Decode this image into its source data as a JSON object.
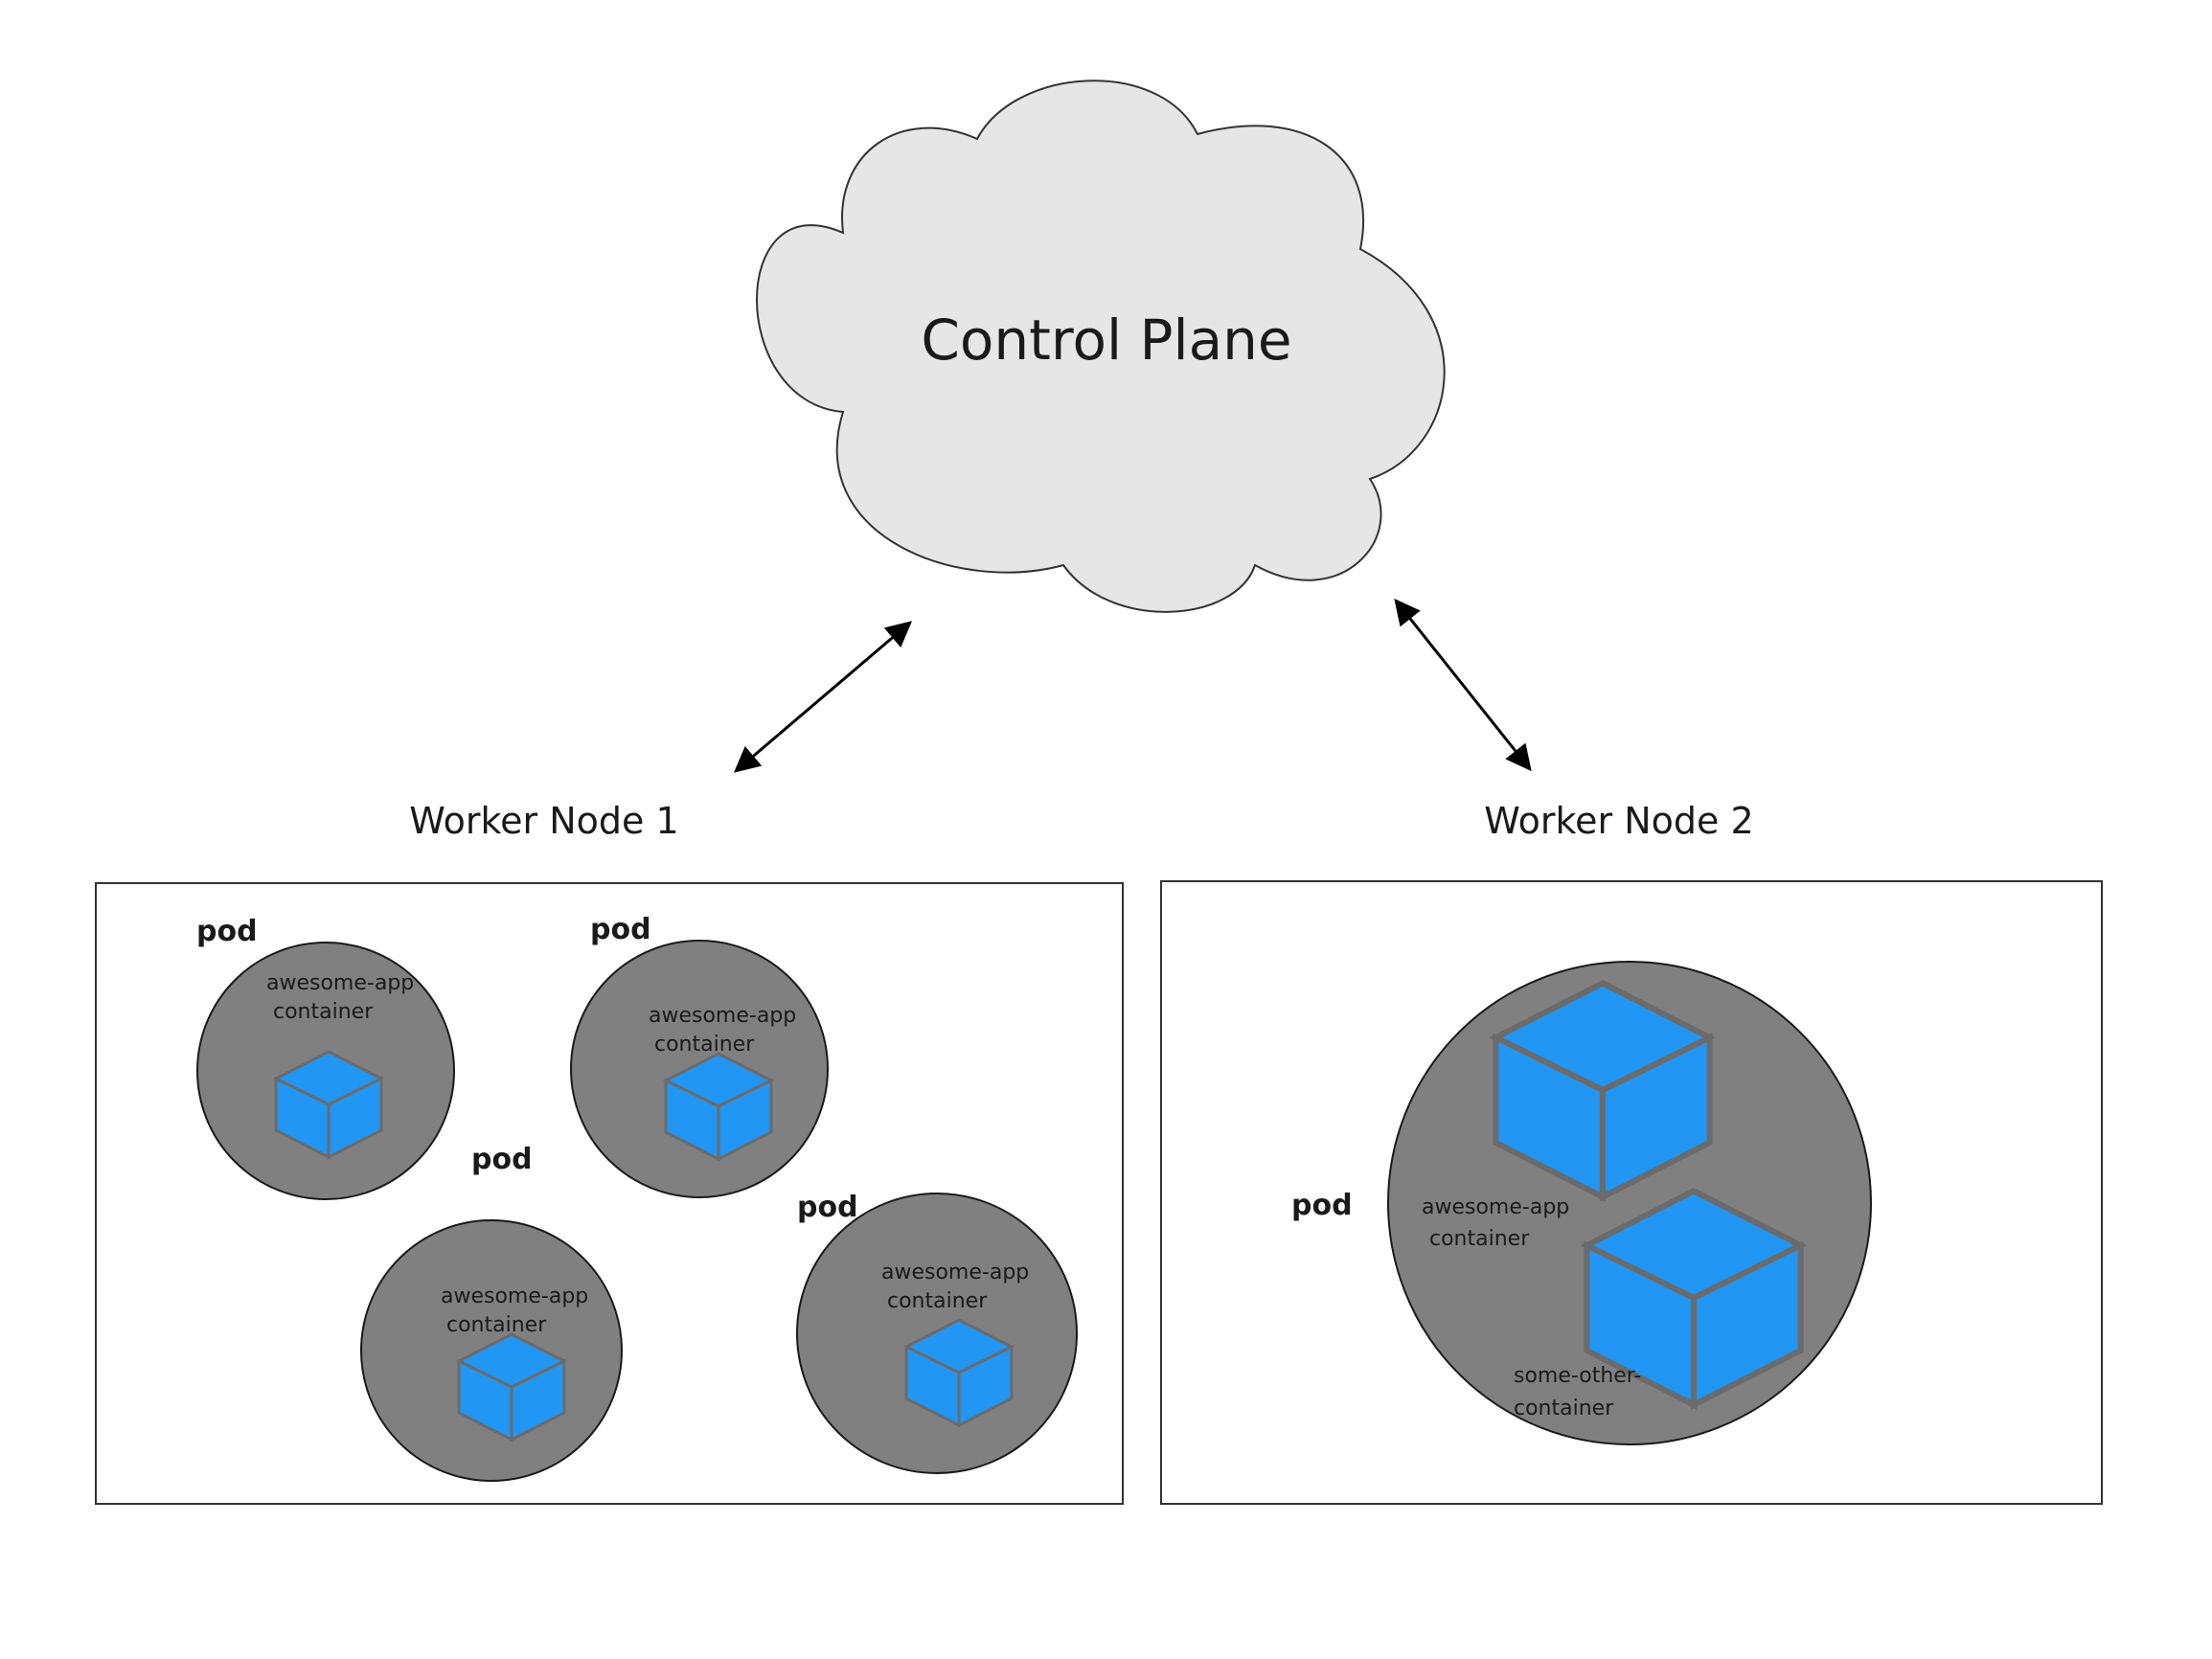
{
  "control_plane": {
    "label": "Control Plane",
    "fill": "#e6e6e6"
  },
  "worker_node_1": {
    "title": "Worker Node 1",
    "pods": [
      {
        "label": "pod",
        "container_line1": "awesome-app",
        "container_line2": "container"
      },
      {
        "label": "pod",
        "container_line1": "awesome-app",
        "container_line2": "container"
      },
      {
        "label": "pod",
        "container_line1": "awesome-app",
        "container_line2": "container"
      },
      {
        "label": "pod",
        "container_line1": "awesome-app",
        "container_line2": "container"
      }
    ]
  },
  "worker_node_2": {
    "title": "Worker Node 2",
    "pod": {
      "label": "pod",
      "container1_line1": "awesome-app",
      "container1_line2": "container",
      "container2_line1": "some-other-",
      "container2_line2": "container"
    }
  },
  "colors": {
    "pod_fill": "#808080",
    "cube": "#2196f3",
    "cube_edge": "#6b6b6b",
    "stroke": "#1a1a1a"
  }
}
